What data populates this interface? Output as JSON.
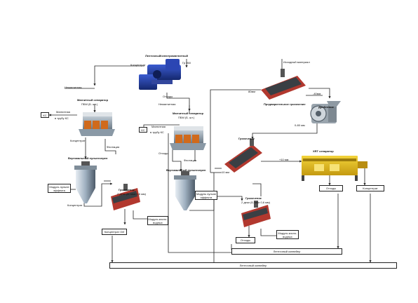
{
  "labels": {
    "top_magnetic_separator": "Ленточный/электромагнитный",
    "top_separator_code": "Гр 960",
    "concentrate_top": "Концентрат",
    "non_magnetic": "Немагнитная",
    "magnetic_separator_1": "Магнитный сепаратор",
    "magnetic_separator_1_sub": "ПБМ (Б. шт.)",
    "magnetic_1": "Магнитная",
    "magnetic_1_sub": "в трубу КС",
    "ks_1": "КС",
    "concentrate_1": "Концентрат",
    "flotation_1": "Флотация",
    "vertical_gravity_1": "Вертикальный пульпеспреп",
    "water_box_1": "Модуль пульпе эффекта",
    "concentrate_mid_1": "Концентрат",
    "gravity_1": "Грохочение",
    "gravity_1_sub": "2 деки (Б-тики 0,6 мм)",
    "water_box_2": "Модуль кисло- водных",
    "concentrate_box_1": "Концентрат ОИ",
    "tails_mid": "Отходы",
    "non_magnetic_2": "Немагнитная",
    "magnetic_separator_2": "Магнитный сепаратор",
    "magnetic_separator_2_sub": "ПБМ (Б. шт.)",
    "magnetic_2": "Магнитная",
    "magnetic_2_sub": "в трубу КС",
    "ks_2": "КС",
    "tails_2": "Отходы",
    "flotation_2": "Флотация",
    "vertical_gravity_2": "Вертикальный пульпеспреп",
    "water_box_3": "Модуль пульпе эффекта",
    "raw_material": "Исходный материал",
    "size_80": "80мм",
    "size_40": "-40мм",
    "pre_screening": "Предварительное грохочение",
    "crushing": "Дробление",
    "size_0_80": "0-80 мм",
    "screening": "Грохочение",
    "size_10": "10 мм",
    "size_plus10": "+10 мм",
    "xrt_separator": "XRT сепаратор",
    "gravity_3": "Грохочение",
    "gravity_3_sub": "2 деки (Б-тики 0,6 мм)",
    "water_box_4": "Модуль кисло- водных",
    "tails_3": "Отходы",
    "tails_box": "Отходы",
    "concentrate_box_2": "Концентрат",
    "conveyor_mid": "Ленточный конвейер",
    "conveyor_bottom": "Ленточный конвейер"
  },
  "equipment_icons": [
    "drum-magnetic-separator-icon",
    "magnetic-separator-icon",
    "cyclone-thickener-icon",
    "vibrating-screen-icon",
    "jaw-crusher-icon",
    "xrt-sorter-icon"
  ],
  "colors": {
    "separator_blue": "#1f3d9e",
    "equipment_orange": "#d06a1c",
    "equipment_steel": "#6c7a86",
    "screen_red": "#b2382e",
    "xrt_yellow": "#e3b917",
    "line": "#222222"
  }
}
